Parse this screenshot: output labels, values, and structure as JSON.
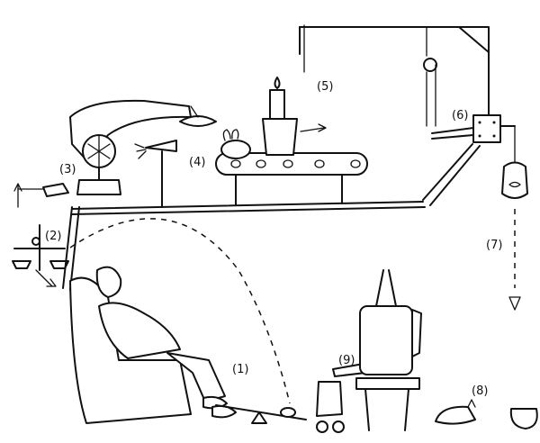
{
  "labels": {
    "step1": "(1)",
    "step2": "(2)",
    "step3": "(3)",
    "step4": "(4)",
    "step5": "(5)",
    "step6": "(6)",
    "step7": "(7)",
    "step8": "(8)",
    "step9": "(9)"
  }
}
